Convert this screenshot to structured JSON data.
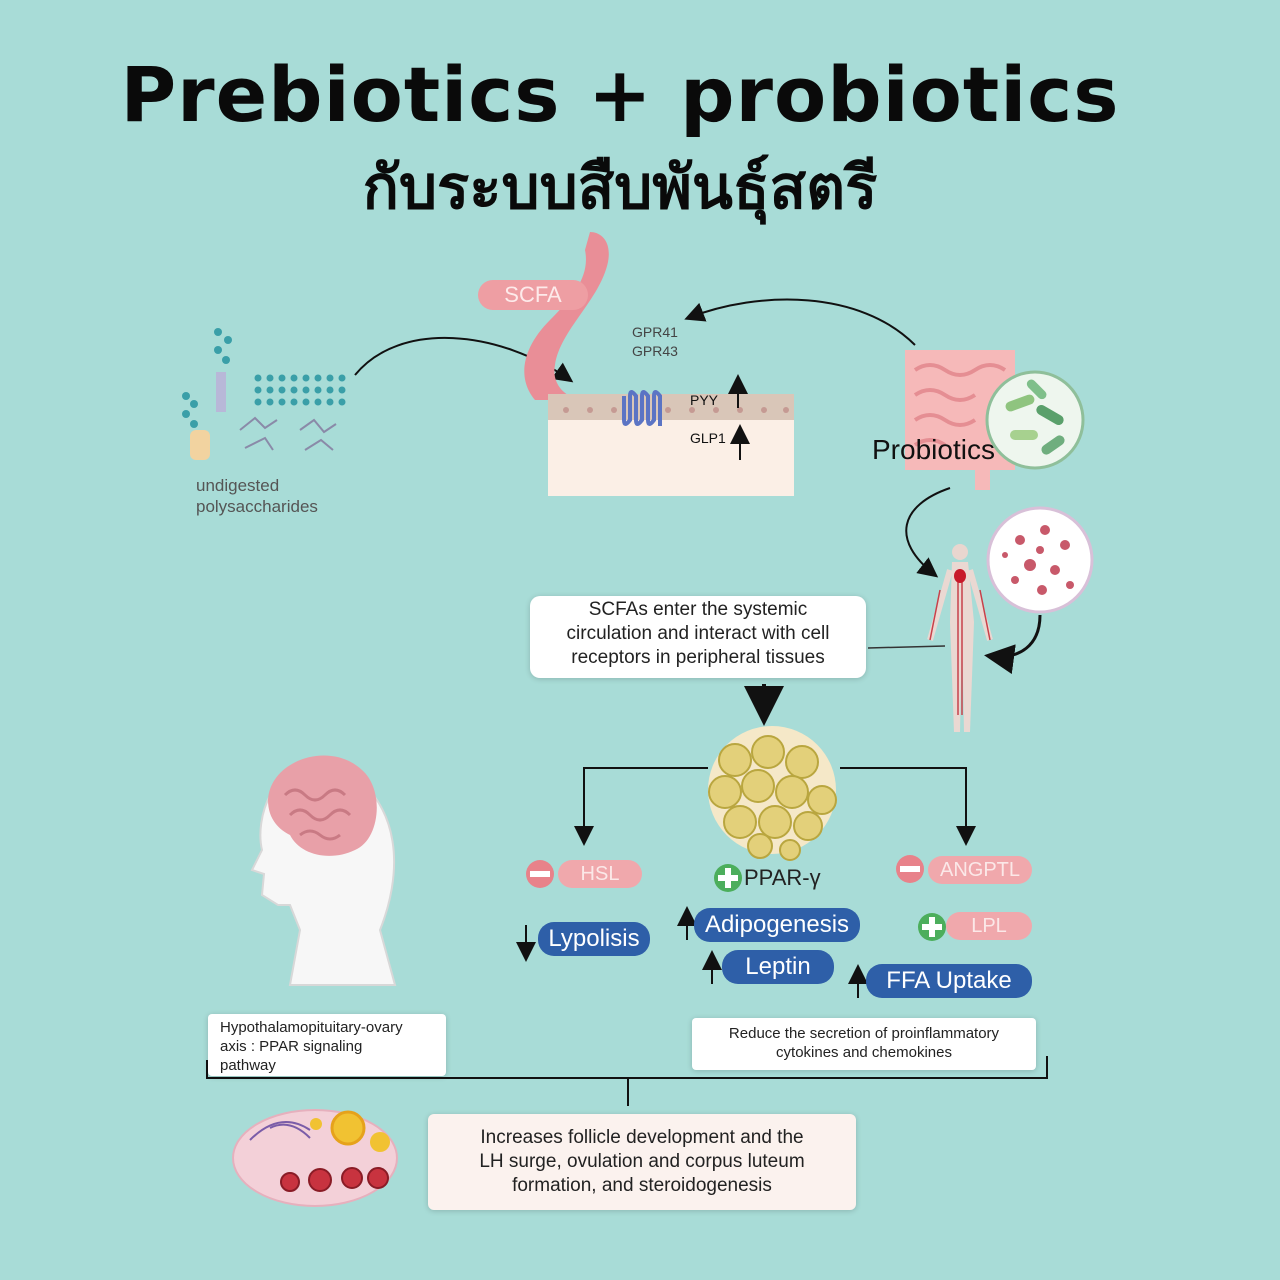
{
  "title": {
    "line1": "Prebiotics + probiotics",
    "line2": "กับระบบสืบพันธุ์สตรี"
  },
  "gut": {
    "scfa": "SCFA",
    "gpr41": "GPR41",
    "gpr43": "GPR43",
    "pyy": "PYY",
    "glp1": "GLP1"
  },
  "prebiotic_label": {
    "line1": "undigested",
    "line2": "polysaccharides"
  },
  "probiotics_label": "Probiotics",
  "scfa_box": {
    "line1": "SCFAs  enter the systemic",
    "line2": "circulation and interact with cell",
    "line3": "receptors in peripheral tissues"
  },
  "markers": {
    "hsl": "HSL",
    "ppar": "PPAR-γ",
    "angptl": "ANGPTL",
    "lpl": "LPL",
    "lypolisis": "Lypolisis",
    "adipogenesis": "Adipogenesis",
    "leptin": "Leptin",
    "ffa": "FFA Uptake"
  },
  "hpo_box": {
    "line1": "Hypothalamopituitary-ovary",
    "line2": "axis  : PPAR   signaling",
    "line3": "pathway"
  },
  "cytokine_box": {
    "line1": "Reduce the secretion of proinflammatory",
    "line2": "cytokines and chemokines"
  },
  "follicle_box": {
    "line1": "Increases follicle development and the",
    "line2": "LH surge, ovulation and corpus luteum",
    "line3": "formation,  and steroidogenesis"
  },
  "colors": {
    "background": "#a8dcd7",
    "blue_pill": "#2e5fa8",
    "pink_pill": "#f0a8ac",
    "green_plus": "#4cae5c",
    "minus": "#e8828a"
  },
  "icons": [
    "polysaccharide-icon",
    "intestine-epithelium-icon",
    "receptor-icon",
    "intestine-icon",
    "bacteria-icon",
    "human-body-icon",
    "blood-cells-icon",
    "adipocyte-cluster-icon",
    "brain-head-icon",
    "ovary-icon",
    "minus-icon",
    "plus-icon",
    "arrow-up-icon",
    "arrow-down-icon"
  ]
}
